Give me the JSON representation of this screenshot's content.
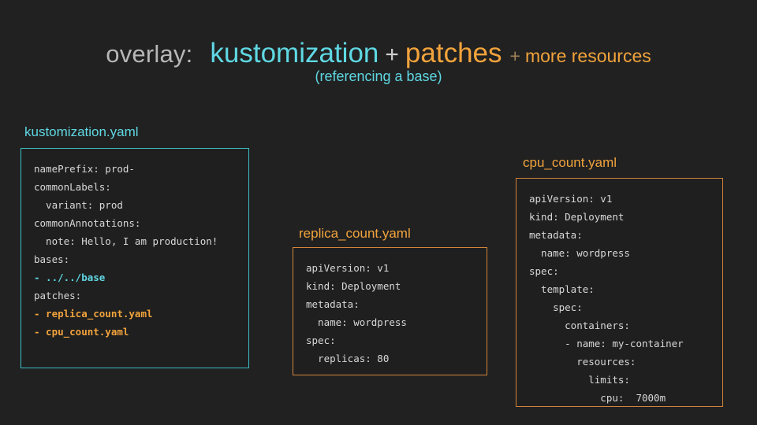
{
  "slide": {
    "background_color": "#212121",
    "title": {
      "overlay_label": "overlay:",
      "term_kustomization": "kustomization",
      "plus_1": "+",
      "term_patches": "patches",
      "plus_2": "+",
      "term_more_resources": "more resources",
      "subtitle": "(referencing a base)",
      "colors": {
        "overlay_label": "#b7b7b7",
        "kustomization": "#5fd8e3",
        "patches": "#f2a33c",
        "more_resources": "#f2a33c",
        "plus": "#cfcfcf",
        "subtitle": "#5fd8e3"
      }
    },
    "files": [
      {
        "label": "kustomization.yaml",
        "accent_color": "#3bbfc4",
        "lines": [
          {
            "text": "namePrefix: prod-",
            "style": "plain"
          },
          {
            "text": "commonLabels:",
            "style": "plain"
          },
          {
            "text": "  variant: prod",
            "style": "plain"
          },
          {
            "text": "commonAnnotations:",
            "style": "plain"
          },
          {
            "text": "  note: Hello, I am production!",
            "style": "plain"
          },
          {
            "text": "bases:",
            "style": "plain"
          },
          {
            "text": "- ../../base",
            "style": "accent-cyan"
          },
          {
            "text": "patches:",
            "style": "plain"
          },
          {
            "text": "- replica_count.yaml",
            "style": "accent-orange"
          },
          {
            "text": "- cpu_count.yaml",
            "style": "accent-orange"
          }
        ]
      },
      {
        "label": "replica_count.yaml",
        "accent_color": "#d2853a",
        "lines": [
          {
            "text": "apiVersion: v1",
            "style": "plain"
          },
          {
            "text": "kind: Deployment",
            "style": "plain"
          },
          {
            "text": "metadata:",
            "style": "plain"
          },
          {
            "text": "  name: wordpress",
            "style": "plain"
          },
          {
            "text": "spec:",
            "style": "plain"
          },
          {
            "text": "  replicas: 80",
            "style": "plain"
          }
        ]
      },
      {
        "label": "cpu_count.yaml",
        "accent_color": "#d2853a",
        "lines": [
          {
            "text": "apiVersion: v1",
            "style": "plain"
          },
          {
            "text": "kind: Deployment",
            "style": "plain"
          },
          {
            "text": "metadata:",
            "style": "plain"
          },
          {
            "text": "  name: wordpress",
            "style": "plain"
          },
          {
            "text": "spec:",
            "style": "plain"
          },
          {
            "text": "  template:",
            "style": "plain"
          },
          {
            "text": "    spec:",
            "style": "plain"
          },
          {
            "text": "      containers:",
            "style": "plain"
          },
          {
            "text": "      - name: my-container",
            "style": "plain"
          },
          {
            "text": "        resources:",
            "style": "plain"
          },
          {
            "text": "          limits:",
            "style": "plain"
          },
          {
            "text": "            cpu:  7000m",
            "style": "plain"
          }
        ]
      }
    ]
  }
}
